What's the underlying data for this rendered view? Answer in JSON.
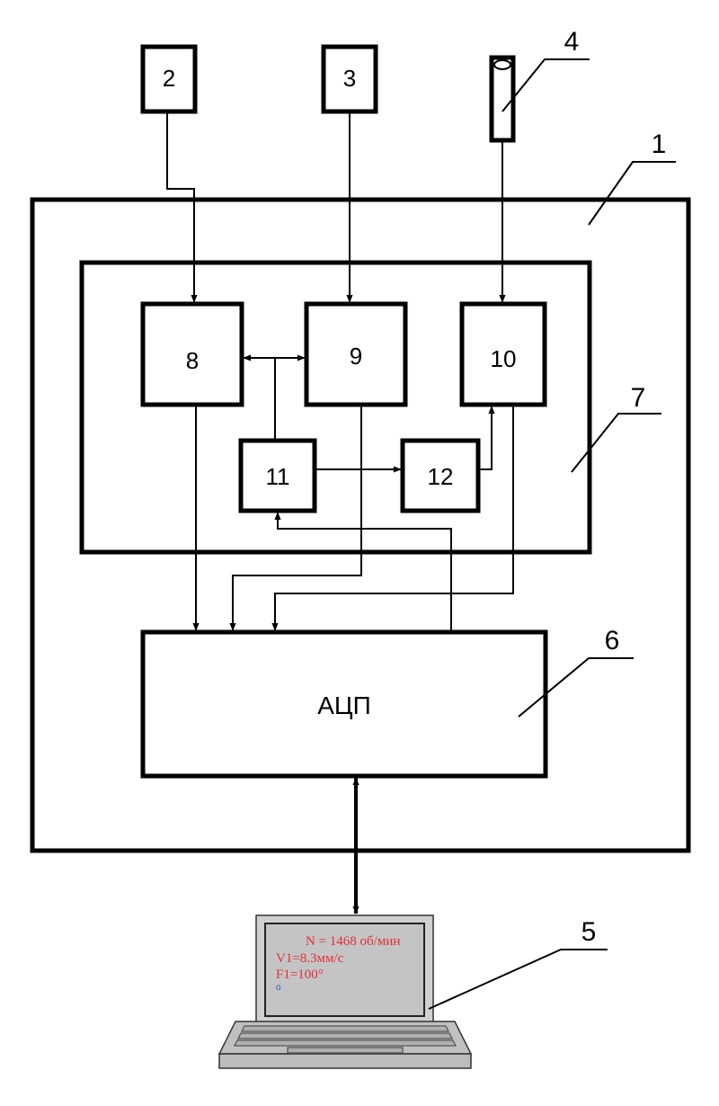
{
  "blocks": {
    "b2": "2",
    "b3": "3",
    "b8": "8",
    "b9": "9",
    "b10": "10",
    "b11": "11",
    "b12": "12",
    "adc": "АЦП"
  },
  "callouts": {
    "c1": "1",
    "c4": "4",
    "c5": "5",
    "c6": "6",
    "c7": "7"
  },
  "screen": {
    "line1": "N = 1468 об/мин",
    "line2": "V1=8.3мм/с",
    "line3": "F1=100°",
    "line4": "o",
    "text_color": "#e0303a",
    "marker_color": "#3050c0",
    "bezel_color": "#d0d0d0",
    "screen_color": "#c4c4c4"
  }
}
